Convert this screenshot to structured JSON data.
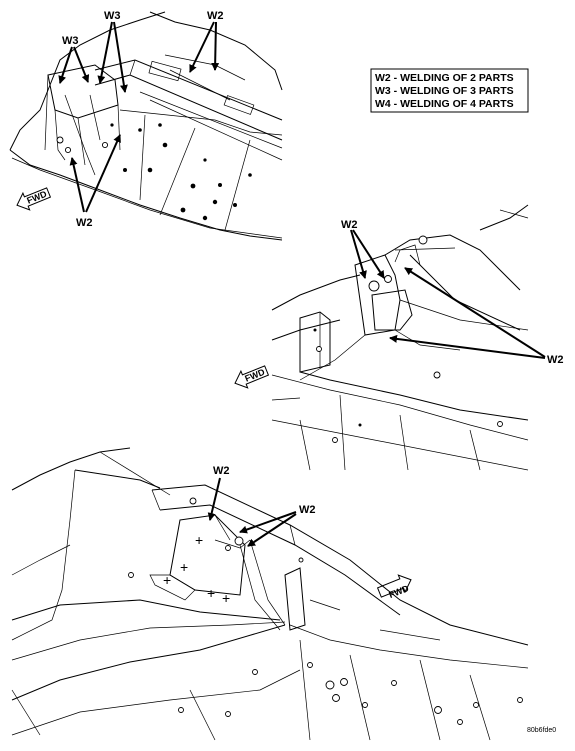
{
  "labels": {
    "w2": "W2",
    "w3": "W3"
  },
  "fwd_label": "FWD",
  "legend": [
    "W2 - WELDING OF 2 PARTS",
    "W3 - WELDING OF 3 PARTS",
    "W4 - WELDING OF 4 PARTS"
  ],
  "figure_ref": "80b6fde0"
}
